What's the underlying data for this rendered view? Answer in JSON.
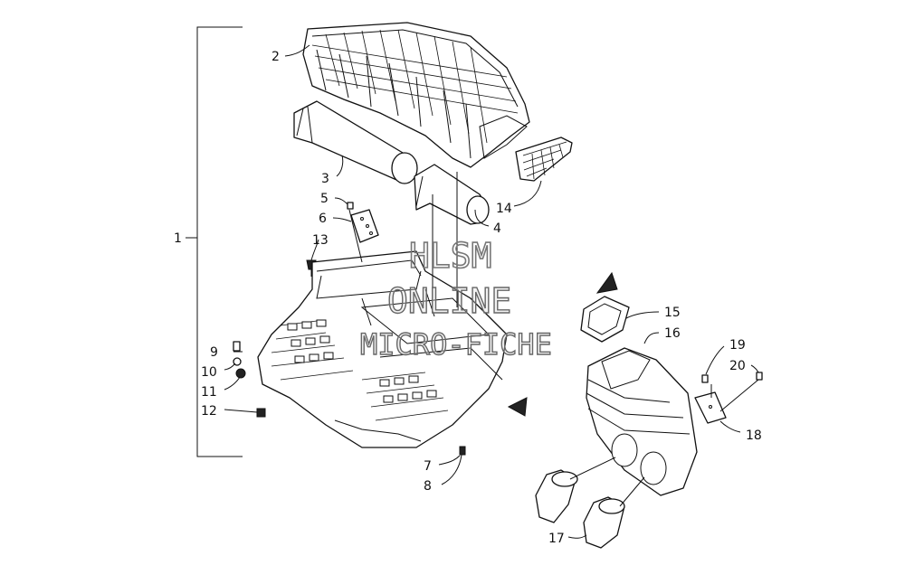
{
  "watermark": {
    "line1": "HLSM",
    "line2": "ONLINE",
    "line3": "MICRO-FICHE"
  },
  "callouts": [
    {
      "id": "1",
      "text": "1"
    },
    {
      "id": "2",
      "text": "2"
    },
    {
      "id": "3",
      "text": "3"
    },
    {
      "id": "4",
      "text": "4"
    },
    {
      "id": "5",
      "text": "5"
    },
    {
      "id": "6",
      "text": "6"
    },
    {
      "id": "7",
      "text": "7"
    },
    {
      "id": "8",
      "text": "8"
    },
    {
      "id": "9",
      "text": "9"
    },
    {
      "id": "10",
      "text": "10"
    },
    {
      "id": "11",
      "text": "11"
    },
    {
      "id": "12",
      "text": "12"
    },
    {
      "id": "13",
      "text": "13"
    },
    {
      "id": "14",
      "text": "14"
    },
    {
      "id": "15",
      "text": "15"
    },
    {
      "id": "16",
      "text": "16"
    },
    {
      "id": "17",
      "text": "17"
    },
    {
      "id": "18",
      "text": "18"
    },
    {
      "id": "19",
      "text": "19"
    },
    {
      "id": "20",
      "text": "20"
    }
  ]
}
